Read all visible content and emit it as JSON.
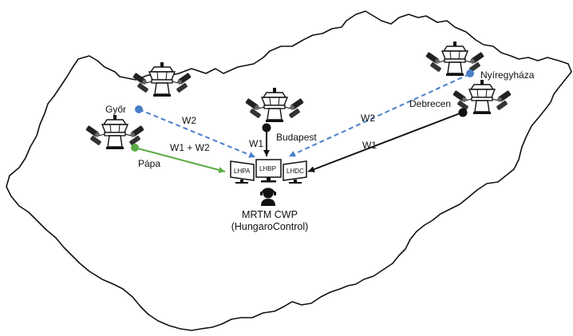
{
  "colors": {
    "w2_dashed": "#4a7fc8",
    "w1w2_green": "#5aac46",
    "w1_black": "#111111",
    "border": "#111111"
  },
  "cities": {
    "gyor": "Győr",
    "papa": "Pápa",
    "budapest": "Budapest",
    "debrecen": "Debrecen",
    "nyiregyhaza": "Nyíregyháza"
  },
  "links": {
    "gyor": "W2",
    "papa": "W1 + W2",
    "budapest": "W1",
    "nyiregyhaza": "W2",
    "debrecen": "W1"
  },
  "monitors": [
    "LHPA",
    "LHBP",
    "LHDC"
  ],
  "cwp": {
    "line1": "MRTM CWP",
    "line2": "(HungaroControl)"
  },
  "icons": {
    "tower": "control-tower-icon",
    "camera": "camera-icon",
    "operator": "operator-headset-icon"
  }
}
